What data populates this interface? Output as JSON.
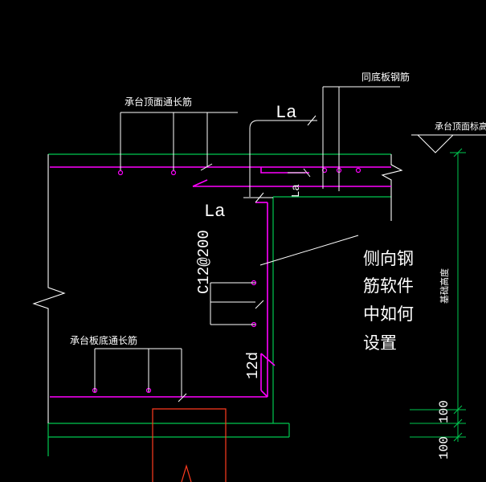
{
  "colors": {
    "background": "#000000",
    "rebar": "#ff00ff",
    "concrete_edge": "#00c850",
    "annotation": "#ffffff",
    "pile": "#ff3b1f"
  },
  "labels": {
    "top_long_bar": "承台顶面通长筋",
    "same_as_bottom_bar": "同底板钢筋",
    "cap_top_elevation": "承台顶面标高",
    "bottom_long_bar": "承台板底通长筋",
    "la_upper": "La",
    "la_right": "La",
    "la_lower": "La",
    "side_bar_spec": "C12@200",
    "hook_length": "12d",
    "cap_thickness": "基础高度",
    "dim_100_upper": "100",
    "dim_100_lower": "100"
  },
  "question": {
    "line1": "侧向钢",
    "line2": "筋软件",
    "line3": "中如何",
    "line4": "设置"
  }
}
